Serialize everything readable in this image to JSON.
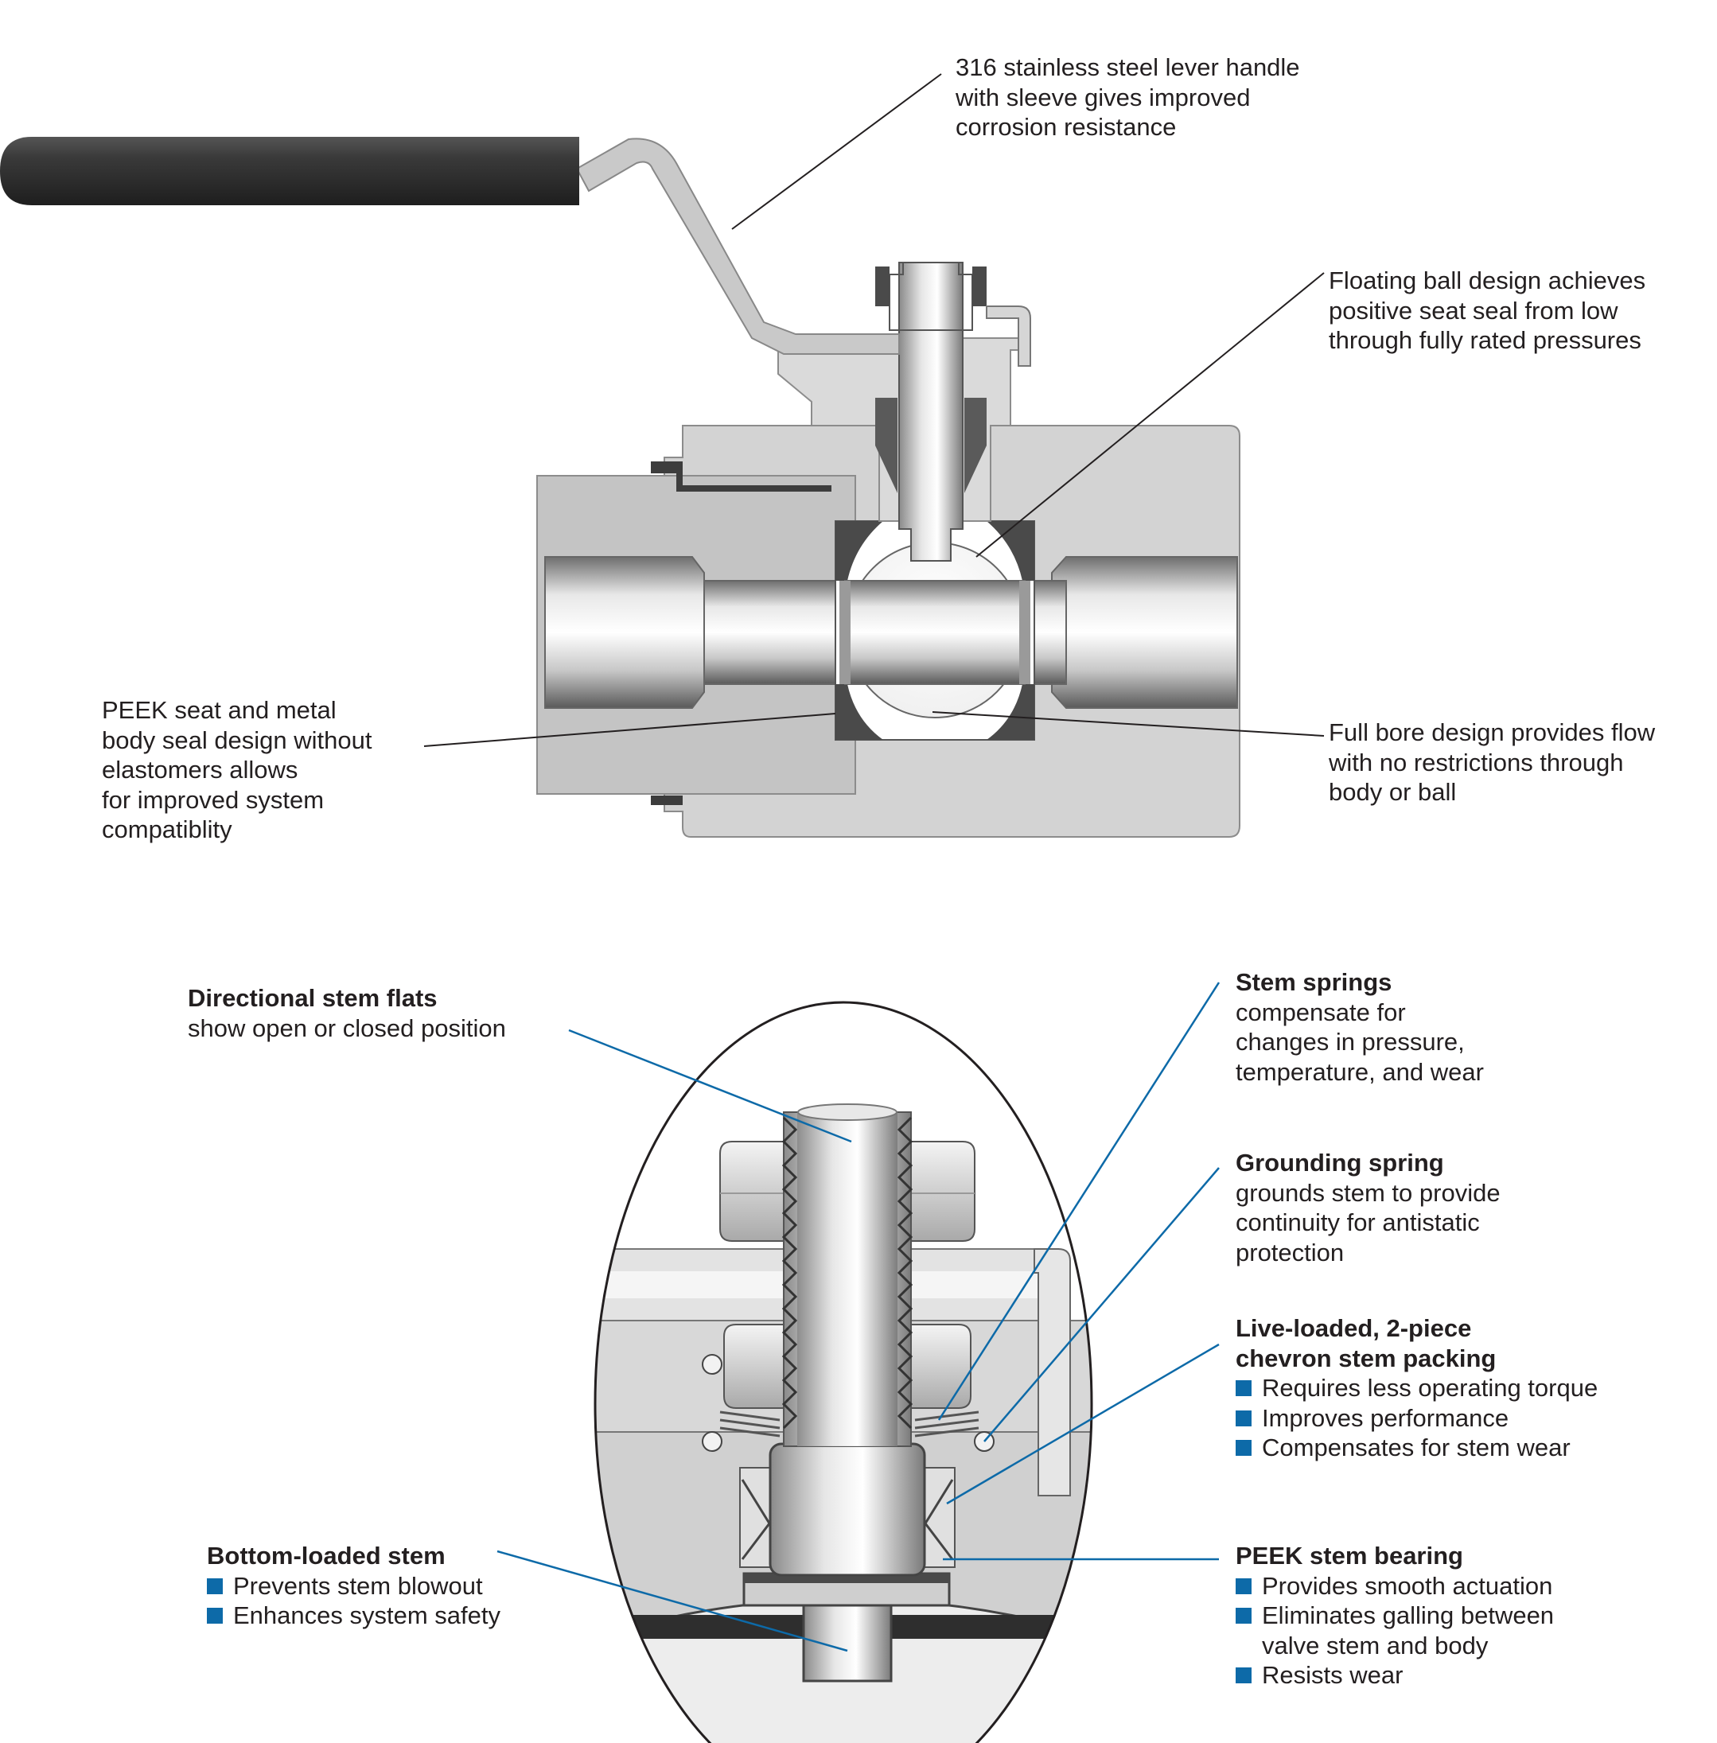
{
  "colors": {
    "text": "#231f20",
    "leader_top": "#231f20",
    "leader_bottom": "#0d6aa8",
    "bullet": "#0d6aa8",
    "body_metal": "#d3d3d3",
    "dark_handle": "#3a3a3a",
    "seal_dark": "#4a4a4a"
  },
  "top_callouts": {
    "lever_handle": [
      "316 stainless steel lever handle",
      "with sleeve gives improved",
      "corrosion resistance"
    ],
    "floating_ball": [
      "Floating ball design achieves",
      "positive seat seal from low",
      "through fully rated pressures"
    ],
    "peek_seat": [
      "PEEK seat and metal",
      "body seal design without",
      "elastomers allows",
      "for improved system",
      "compatiblity"
    ],
    "full_bore": [
      "Full bore design provides flow",
      "with no restrictions through",
      "body or ball"
    ]
  },
  "detail_callouts": {
    "stem_flats": {
      "title": "Directional stem flats",
      "lines": [
        "show open or closed position"
      ]
    },
    "stem_springs": {
      "title": "Stem springs",
      "lines": [
        "compensate for",
        "changes in pressure,",
        "temperature, and wear"
      ]
    },
    "grounding_spring": {
      "title": "Grounding spring",
      "lines": [
        "grounds stem to provide",
        "continuity for antistatic",
        "protection"
      ]
    },
    "chevron_packing": {
      "title_lines": [
        "Live-loaded, 2-piece",
        "chevron stem packing"
      ],
      "bullets": [
        "Requires less operating torque",
        "Improves performance",
        "Compensates for stem wear"
      ]
    },
    "bottom_stem": {
      "title": "Bottom-loaded stem",
      "bullets": [
        "Prevents stem blowout",
        "Enhances system safety"
      ]
    },
    "peek_bearing": {
      "title": "PEEK stem bearing",
      "bullets": [
        "Provides smooth actuation",
        "Eliminates galling between",
        "Resists wear"
      ],
      "bullet2_cont": "valve stem and body"
    }
  }
}
